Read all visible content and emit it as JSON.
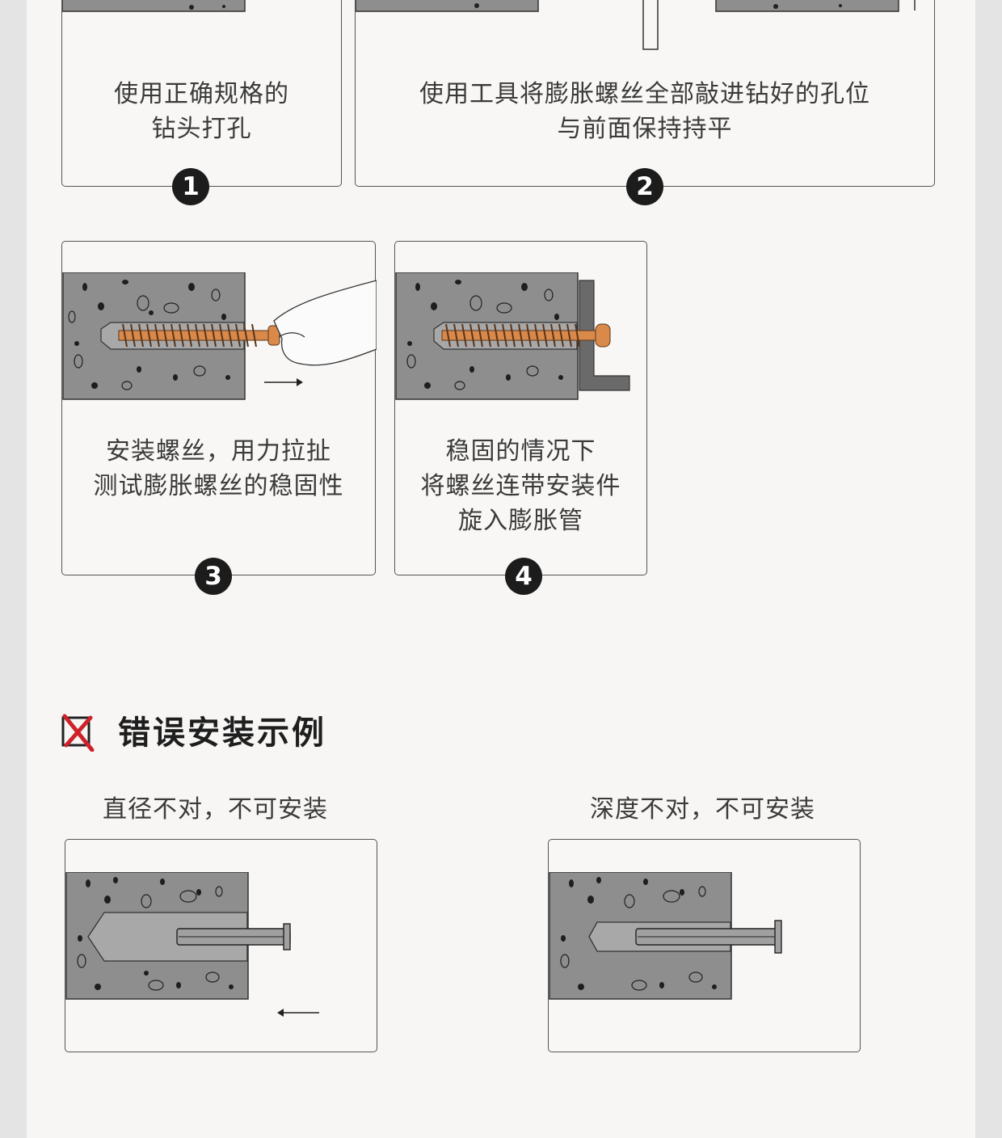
{
  "steps": [
    {
      "number": "1",
      "caption_lines": [
        "使用正确规格的",
        "钻头打孔"
      ]
    },
    {
      "number": "2",
      "caption_lines": [
        "使用工具将膨胀螺丝全部敲进钻好的孔位",
        "与前面保持持平"
      ]
    },
    {
      "number": "3",
      "caption_lines": [
        "安装螺丝，用力拉扯",
        "测试膨胀螺丝的稳固性"
      ]
    },
    {
      "number": "4",
      "caption_lines": [
        "稳固的情况下",
        "将螺丝连带安装件",
        "旋入膨胀管"
      ]
    }
  ],
  "wrong_section": {
    "title": "错误安装示例",
    "icon": "red-x-icon",
    "examples": [
      {
        "label": "直径不对，不可安装"
      },
      {
        "label": "深度不对，不可安装"
      }
    ]
  },
  "colors": {
    "concrete": "#8e8e8e",
    "screw": "#d98a4b",
    "badge": "#1c1c1c",
    "error": "#d0202a"
  }
}
